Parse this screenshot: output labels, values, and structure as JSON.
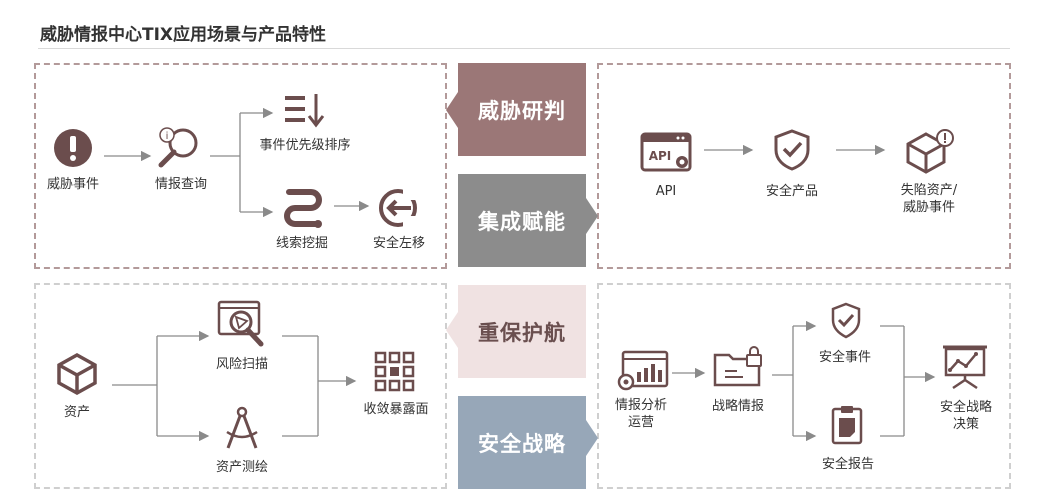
{
  "title": "威胁情报中心TIX应用场景与产品特性",
  "colors": {
    "rose": "#9b7777",
    "gray": "#8c8c8c",
    "pink": "#f0e2e2",
    "blue": "#97a7b8",
    "icon": "#6b4d4d"
  },
  "center_blocks": {
    "threat_judge": "威胁研判",
    "integration": "集成赋能",
    "protect": "重保护航",
    "strategy": "安全战略"
  },
  "panel1": {
    "threat_event": "威胁事件",
    "intel_query": "情报查询",
    "priority_sort": "事件优先级排序",
    "clue_mining": "线索挖掘",
    "shift_left": "安全左移"
  },
  "panel2": {
    "api": "API",
    "security_product": "安全产品",
    "lost_asset_line1": "失陷资产/",
    "lost_asset_line2": "威胁事件"
  },
  "panel3": {
    "asset": "资产",
    "risk_scan": "风险扫描",
    "asset_map": "资产测绘",
    "converge": "收敛暴露面"
  },
  "panel4": {
    "intel_ops_line1": "情报分析",
    "intel_ops_line2": "运营",
    "strategic_intel": "战略情报",
    "sec_event": "安全事件",
    "sec_report": "安全报告",
    "decision_line1": "安全战略",
    "decision_line2": "决策"
  },
  "icons": [
    "exclamation-icon",
    "magnifier-icon",
    "sort-list-icon",
    "path-icon",
    "shift-left-icon",
    "api-window-icon",
    "shield-check-icon",
    "cube-alert-icon",
    "cube-icon",
    "scan-icon",
    "compass-icon",
    "grid-icon",
    "report-chart-icon",
    "folder-lock-icon",
    "clipboard-icon",
    "presentation-chart-icon"
  ]
}
